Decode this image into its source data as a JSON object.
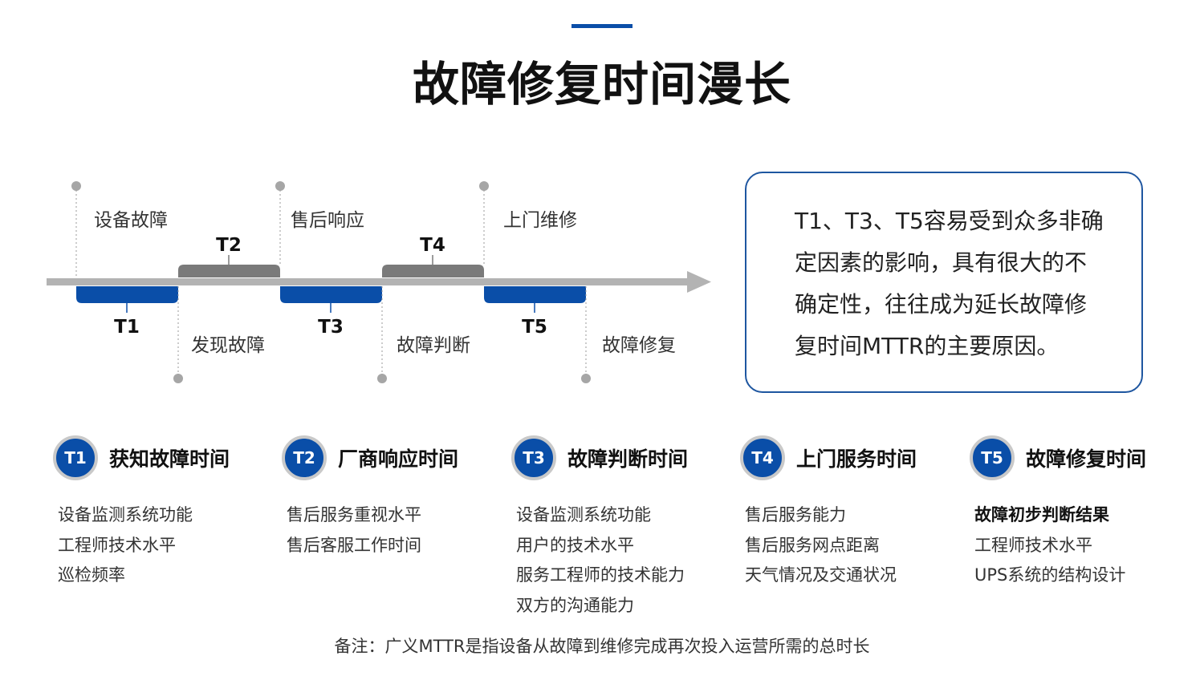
{
  "title": "故障修复时间漫长",
  "timeline": {
    "segments": [
      {
        "code": "T1",
        "color": "#0a4ea8"
      },
      {
        "code": "T2",
        "color": "#7a7a7a"
      },
      {
        "code": "T3",
        "color": "#0a4ea8"
      },
      {
        "code": "T4",
        "color": "#7a7a7a"
      },
      {
        "code": "T5",
        "color": "#0a4ea8"
      }
    ],
    "events_top": [
      "设备故障",
      "售后响应",
      "上门维修"
    ],
    "events_bottom": [
      "发现故障",
      "故障判断",
      "故障修复"
    ]
  },
  "info_box": {
    "lines": [
      "T1、T3、T5容易受到众多非确",
      "定因素的影响，具有很大的不",
      "确定性，往往成为延长故障修",
      "复时间MTTR的主要原因。"
    ]
  },
  "columns": [
    {
      "badge": "T1",
      "title": "获知故障时间",
      "items": [
        "设备监测系统功能",
        "工程师技术水平",
        "巡检频率"
      ]
    },
    {
      "badge": "T2",
      "title": "厂商响应时间",
      "items": [
        "售后服务重视水平",
        "售后客服工作时间"
      ]
    },
    {
      "badge": "T3",
      "title": "故障判断时间",
      "items": [
        "设备监测系统功能",
        "用户的技术水平",
        "服务工程师的技术能力",
        "双方的沟通能力"
      ]
    },
    {
      "badge": "T4",
      "title": "上门服务时间",
      "items": [
        "售后服务能力",
        "售后服务网点距离",
        "天气情况及交通状况"
      ]
    },
    {
      "badge": "T5",
      "title": "故障修复时间",
      "items": [
        "故障初步判断结果",
        "工程师技术水平",
        "UPS系统的结构设计"
      ],
      "bold_first": true
    }
  ],
  "note": "备注：广义MTTR是指设备从故障到维修完成再次投入运营所需的总时长",
  "colors": {
    "accent": "#0a4ea8",
    "gray": "#7a7a7a",
    "arrow": "#b3b3b3",
    "box_border": "#1e56a0"
  }
}
